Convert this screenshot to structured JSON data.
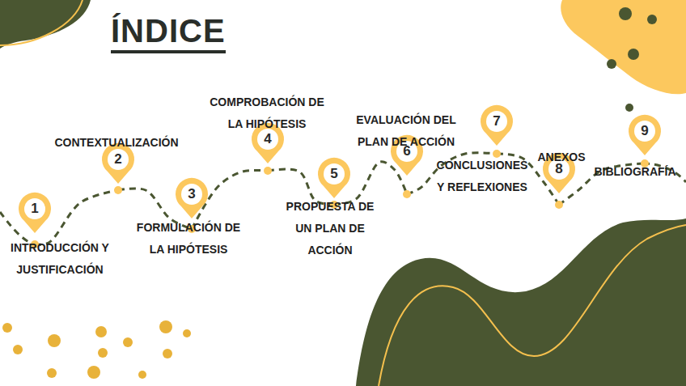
{
  "diagram": {
    "title": "ÍNDICE",
    "nodes": [
      {
        "text": [
          "1",
          "INTRODUCCIÓN Y JUSTIFICACIÓN"
        ]
      },
      {
        "text": [
          "2",
          "CONTEXTUALIZACIÓN"
        ]
      },
      {
        "text": [
          "3",
          "FORMULACIÓN DE LA HIPÓTESIS"
        ]
      },
      {
        "text": [
          "4",
          "COMPROBACIÓN DE LA HIPÓTESIS"
        ]
      },
      {
        "text": [
          "5",
          "PROPUESTA DE UN PLAN DE ACCIÓN"
        ]
      },
      {
        "text": [
          "6",
          "EVALUACIÓN DEL PLAN DE ACCIÓN"
        ]
      },
      {
        "text": [
          "7",
          "CONCLUSIONES Y REFLEXIONES"
        ]
      },
      {
        "text": [
          "8",
          "ANEXOS"
        ]
      },
      {
        "text": [
          "9",
          "BIBLIOGRAFÍA"
        ]
      }
    ],
    "edges": [
      {
        "from": 0,
        "to": 1,
        "arrow": "none"
      },
      {
        "from": 1,
        "to": 2,
        "arrow": "none"
      },
      {
        "from": 2,
        "to": 3,
        "arrow": "none"
      },
      {
        "from": 3,
        "to": 4,
        "arrow": "none"
      },
      {
        "from": 4,
        "to": 5,
        "arrow": "none"
      },
      {
        "from": 5,
        "to": 6,
        "arrow": "none"
      },
      {
        "from": 6,
        "to": 7,
        "arrow": "none"
      },
      {
        "from": 7,
        "to": 8,
        "arrow": "none"
      }
    ]
  }
}
